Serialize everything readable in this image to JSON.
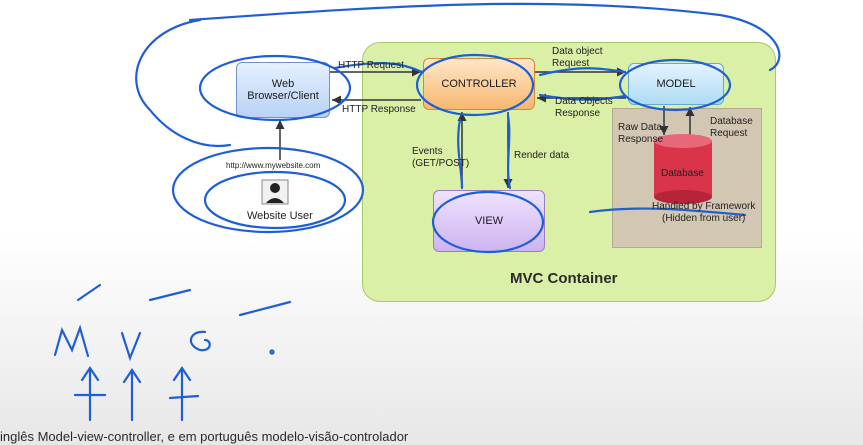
{
  "diagram": {
    "browser_label": "Web Browser/Client",
    "controller_label": "CONTROLLER",
    "model_label": "MODEL",
    "view_label": "VIEW",
    "database_label": "Database",
    "container_title": "MVC Container",
    "url_text": "http://www.mywebsite.com",
    "user_label": "Website User",
    "http_request": "HTTP Request",
    "http_response": "HTTP Response",
    "data_object_request": "Data object\nRequest",
    "data_objects_response": "Data Objects\nResponse",
    "events": "Events\n(GET/POST)",
    "render_data": "Render data",
    "raw_data_response": "Raw Data\nResponse",
    "database_request": "Database\nRequest",
    "framework_note": "Handled by Framework\n(Hidden from user)"
  },
  "handwriting": {
    "letters": "M V C"
  },
  "caption": "inglês Model-view-controller, e em português modelo-visão-controlador",
  "colors": {
    "container": "#d9f0a6",
    "controller": "#f7b870",
    "model": "#aedcf3",
    "view": "#cdb4ef",
    "database": "#d9344a",
    "ink": "#1f5fd6"
  }
}
